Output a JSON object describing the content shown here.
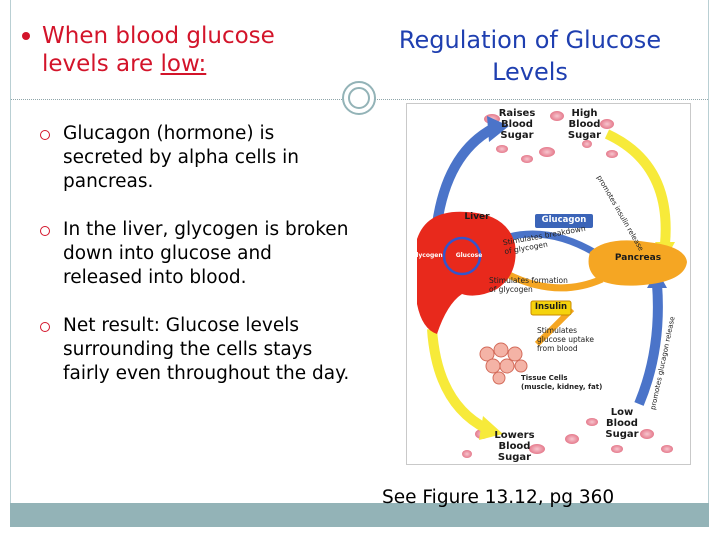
{
  "slide": {
    "title": "Regulation of Glucose Levels",
    "main_bullet": {
      "text_before": "When blood glucose levels are ",
      "underlined": "low:"
    },
    "sub_bullets": [
      "Glucagon (hormone) is secreted by alpha cells in pancreas.",
      "In the liver, glycogen is broken down into glucose and released into blood.",
      "Net result: Glucose levels surrounding the cells stays fairly even throughout the day."
    ],
    "caption": "See Figure 13.12, pg 360"
  },
  "figure": {
    "raises_blood_sugar": "Raises\nBlood\nSugar",
    "high_blood_sugar": "High\nBlood\nSugar",
    "liver": "Liver",
    "glucagon": "Glucagon",
    "glycogen": "Glycogen",
    "glucose": "Glucose",
    "stimulates_breakdown": "Stimulates breakdown\nof glycogen",
    "pancreas": "Pancreas",
    "stimulates_formation": "Stimulates formation\nof glycogen",
    "insulin": "Insulin",
    "stimulates_uptake": "Stimulates\nglucose uptake\nfrom blood",
    "tissue_cells": "Tissue Cells\n(muscle, kidney, fat)",
    "low_blood_sugar": "Low\nBlood\nSugar",
    "lowers_blood_sugar": "Lowers\nBlood\nSugar",
    "promotes_insulin": "promotes insulin release",
    "promotes_glucagon": "promotes glucagon release"
  },
  "colors": {
    "title": "#1f3fb0",
    "bullet": "#d3142a",
    "band": "#93b3b7",
    "liver": "#e8291c",
    "pancreas": "#f5a623",
    "arrow_blue": "#4b74c9",
    "arrow_yellow": "#f7ea3a"
  }
}
